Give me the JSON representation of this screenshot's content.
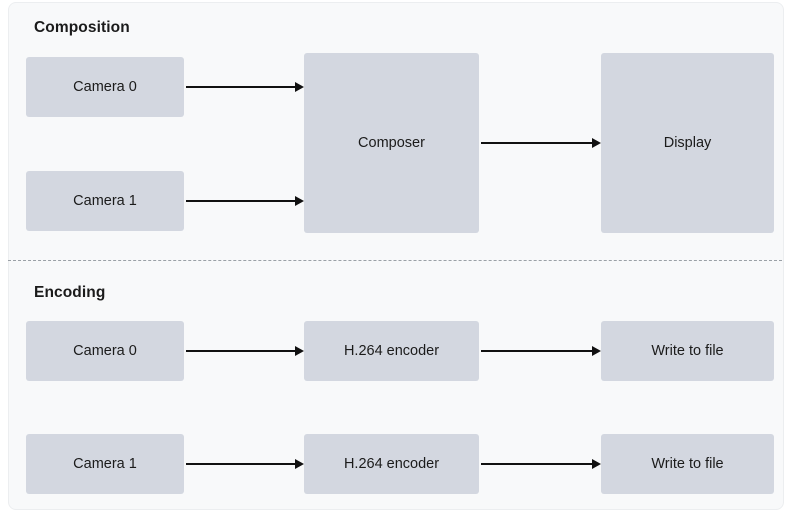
{
  "diagram": {
    "type": "flowchart",
    "title": "",
    "sections": [
      {
        "id": "composition",
        "label": "Composition",
        "nodes": [
          {
            "id": "comp-cam0",
            "label": "Camera 0"
          },
          {
            "id": "comp-cam1",
            "label": "Camera 1"
          },
          {
            "id": "comp-composer",
            "label": "Composer"
          },
          {
            "id": "comp-display",
            "label": "Display"
          }
        ],
        "edges": [
          {
            "from": "comp-cam0",
            "to": "comp-composer"
          },
          {
            "from": "comp-cam1",
            "to": "comp-composer"
          },
          {
            "from": "comp-composer",
            "to": "comp-display"
          }
        ]
      },
      {
        "id": "encoding",
        "label": "Encoding",
        "nodes": [
          {
            "id": "enc-cam0",
            "label": "Camera 0"
          },
          {
            "id": "enc-encoder0",
            "label": "H.264 encoder"
          },
          {
            "id": "enc-write0",
            "label": "Write to file"
          },
          {
            "id": "enc-cam1",
            "label": "Camera 1"
          },
          {
            "id": "enc-encoder1",
            "label": "H.264 encoder"
          },
          {
            "id": "enc-write1",
            "label": "Write to file"
          }
        ],
        "edges": [
          {
            "from": "enc-cam0",
            "to": "enc-encoder0"
          },
          {
            "from": "enc-encoder0",
            "to": "enc-write0"
          },
          {
            "from": "enc-cam1",
            "to": "enc-encoder1"
          },
          {
            "from": "enc-encoder1",
            "to": "enc-write1"
          }
        ]
      }
    ],
    "colors": {
      "canvas_background": "#ffffff",
      "card_background": "#f8f9fa",
      "card_border": "#eceef0",
      "node_fill": "#d3d7e0",
      "node_text": "#1b1b1b",
      "title_text": "#1b1b1b",
      "edge_stroke": "#111111",
      "divider_stroke": "#9aa0a6"
    }
  }
}
